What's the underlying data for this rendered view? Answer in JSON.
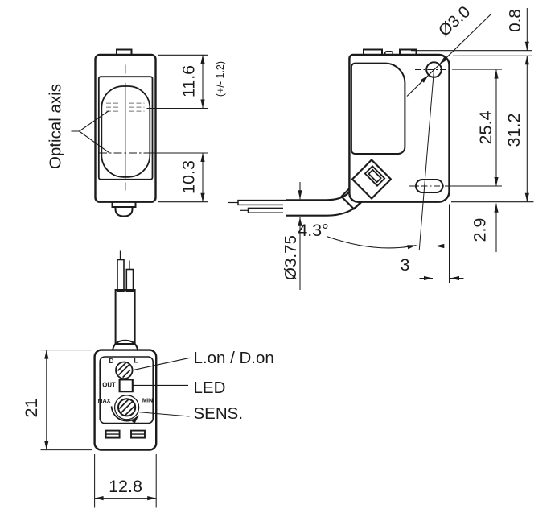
{
  "drawing": {
    "title": "Photoelectric sensor dimension drawing",
    "colors": {
      "line": "#1b1b1b",
      "gray_dash": "#999999",
      "centerline_gray": "#777777"
    },
    "front_view": {
      "optical_axis_label": "Optical axis",
      "dim_top": "11.6",
      "dim_top_tolerance": "(+/- 1.2)",
      "dim_bottom": "10.3"
    },
    "side_view": {
      "dim_hole_diameter": "Ø3.0",
      "dim_tab_height": "0.8",
      "dim_hole_spacing": "25.4",
      "dim_overall_height": "31.2",
      "dim_slot_to_bottom": "2.9",
      "dim_tilt_angle": "4.3°",
      "dim_edge_offset": "3",
      "dim_cable_diameter": "Ø3.75"
    },
    "rear_view": {
      "dim_height": "21",
      "dim_width": "12.8",
      "panel": {
        "d": "D",
        "l": "L",
        "out": "OUT",
        "max": "MAX",
        "min": "MIN"
      },
      "callouts": {
        "mode_switch": "L.on / D.on",
        "led": "LED",
        "sensitivity": "SENS."
      }
    }
  }
}
